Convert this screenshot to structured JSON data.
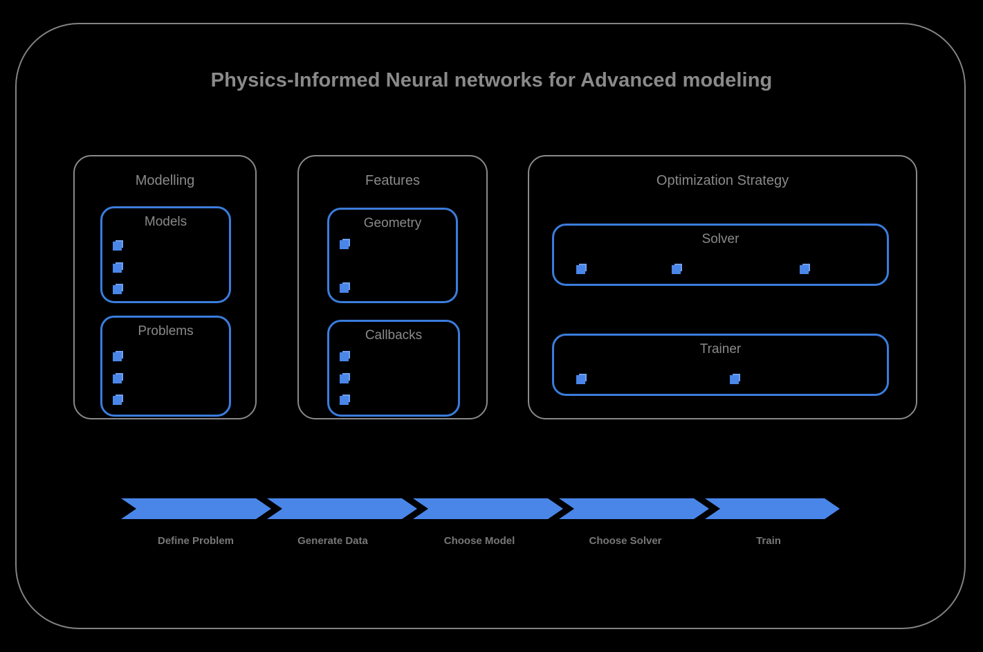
{
  "diagram": {
    "title": "Physics-Informed Neural networks for Advanced modeling",
    "accent_color": "#4a86e8",
    "panel_border_color": "#3b7ddd",
    "frame_color": "#8a8a8a",
    "text_color": "#8a8a8a",
    "background": "#000000"
  },
  "groups": [
    {
      "id": "modelling",
      "label": "Modelling",
      "panels": [
        {
          "id": "models",
          "label": "Models",
          "bullet_count": 3,
          "bullet_layout": "vertical"
        },
        {
          "id": "problems",
          "label": "Problems",
          "bullet_count": 3,
          "bullet_layout": "vertical"
        }
      ]
    },
    {
      "id": "features",
      "label": "Features",
      "panels": [
        {
          "id": "geometry",
          "label": "Geometry",
          "bullet_count": 2,
          "bullet_layout": "vertical"
        },
        {
          "id": "callbacks",
          "label": "Callbacks",
          "bullet_count": 3,
          "bullet_layout": "vertical"
        }
      ]
    },
    {
      "id": "optimization",
      "label": "Optimization Strategy",
      "panels": [
        {
          "id": "solver",
          "label": "Solver",
          "bullet_count": 3,
          "bullet_layout": "horizontal"
        },
        {
          "id": "trainer",
          "label": "Trainer",
          "bullet_count": 2,
          "bullet_layout": "horizontal"
        }
      ]
    }
  ],
  "pipeline": {
    "steps": [
      {
        "label": "Define Problem"
      },
      {
        "label": "Generate Data"
      },
      {
        "label": "Choose Model"
      },
      {
        "label": "Choose Solver"
      },
      {
        "label": "Train"
      }
    ]
  }
}
